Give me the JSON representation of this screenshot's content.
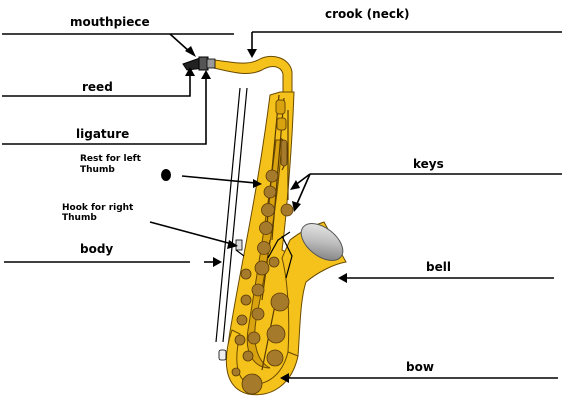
{
  "labels": {
    "mouthpiece": "mouthpiece",
    "crook": "crook (neck)",
    "reed": "reed",
    "ligature": "ligature",
    "rest_line1": "Rest for left",
    "rest_line2": "Thumb",
    "hook_line1": "Hook for right",
    "hook_line2": "Thumb",
    "body": "body",
    "keys": "keys",
    "bell": "bell",
    "bow": "bow"
  },
  "colors": {
    "brass": "#f5c21b",
    "pads": "#a57a2a",
    "bell_mouth": "#c8c8c8"
  }
}
